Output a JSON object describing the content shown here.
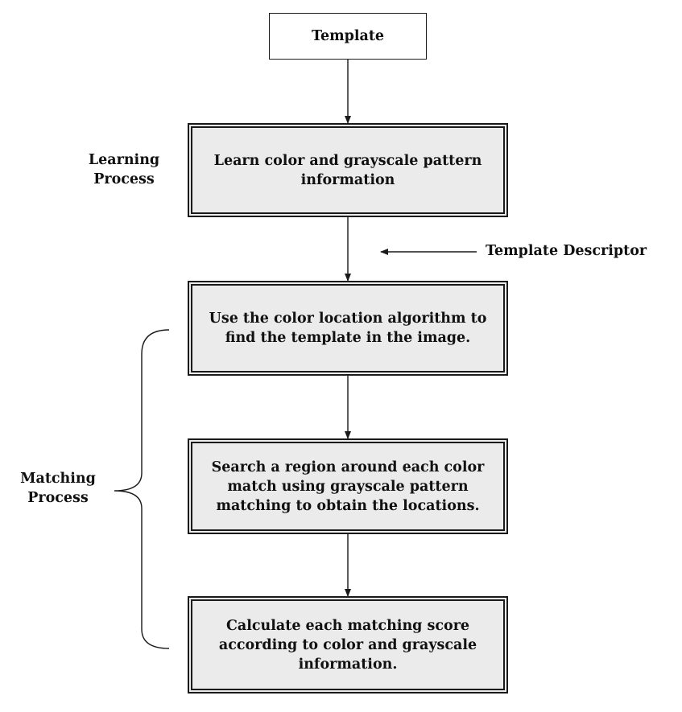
{
  "diagram": {
    "template": "Template",
    "learn": "Learn color and grayscale pattern information",
    "locate": "Use the color location algorithm to find the template in the image.",
    "search": "Search a region around each color match using grayscale pattern matching to obtain the locations.",
    "calculate": "Calculate each matching score according to color and grayscale information.",
    "learning_process": "Learning Process",
    "template_descriptor": "Template Descriptor",
    "matching_process": "Matching Process"
  },
  "colors": {
    "stroke": "#1a1a1a",
    "process_fill": "#ebebeb",
    "background": "#ffffff"
  }
}
